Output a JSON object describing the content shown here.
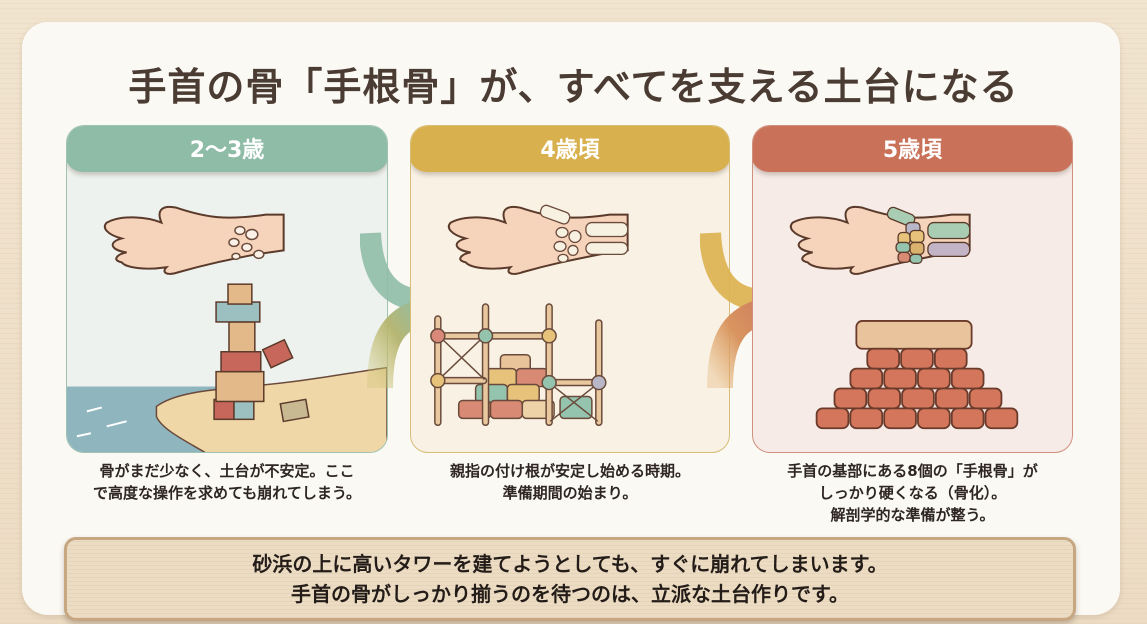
{
  "title": "手首の骨「手根骨」が、すべてを支える土台になる",
  "stages": [
    {
      "label": "2〜3歳",
      "color": "#8fbca7",
      "illustration": "hand-with-scattered-bones-and-toppling-block-tower-on-sand",
      "description": [
        "骨がまだ少なく、土台が不安定。ここ",
        "で高度な操作を求めても崩れてしまう。"
      ]
    },
    {
      "label": "4歳頃",
      "color": "#d9b04e",
      "illustration": "hand-with-forming-bones-and-scaffolding-with-blocks",
      "description": [
        "親指の付け根が安定し始める時期。",
        "準備期間の始まり。"
      ]
    },
    {
      "label": "5歳頃",
      "color": "#c97259",
      "illustration": "hand-with-complete-carpal-bones-and-solid-brick-pyramid",
      "description": [
        "手首の基部にある8個の「手根骨」が",
        "しっかり硬くなる（骨化）。",
        "解剖学的な準備が整う。"
      ]
    }
  ],
  "banner": {
    "lines": [
      "砂浜の上に高いタワーを建てようとしても、すぐに崩れてしまいます。",
      "手首の骨がしっかり揃うのを待つのは、立派な土台作りです。"
    ]
  }
}
